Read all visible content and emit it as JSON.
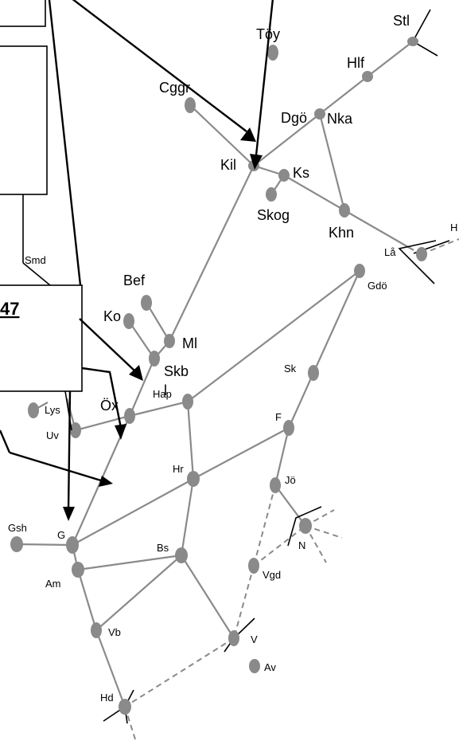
{
  "diagram": {
    "box_label": "47",
    "stations": {
      "stl": "Stl",
      "toy": "Töy",
      "hlf": "Hlf",
      "cggr": "Cggr",
      "dgo": "Dgö",
      "nka": "Nka",
      "kil": "Kil",
      "ks": "Ks",
      "skog": "Skog",
      "khn": "Khn",
      "h": "H",
      "la": "Lå",
      "smd": "Smd",
      "gdo": "Gdö",
      "bef": "Bef",
      "ko": "Ko",
      "ml": "Ml",
      "skb": "Skb",
      "skb_sub": "l",
      "sk": "Sk",
      "hap": "Hap",
      "ox": "Öx",
      "lys": "Lys",
      "f": "F",
      "uv": "Uv",
      "hr": "Hr",
      "jo": "Jö",
      "gsh": "Gsh",
      "g": "G",
      "n": "N",
      "bs": "Bs",
      "vgd": "Vgd",
      "am": "Am",
      "vb": "Vb",
      "v": "V",
      "av": "Av",
      "hd": "Hd"
    }
  }
}
